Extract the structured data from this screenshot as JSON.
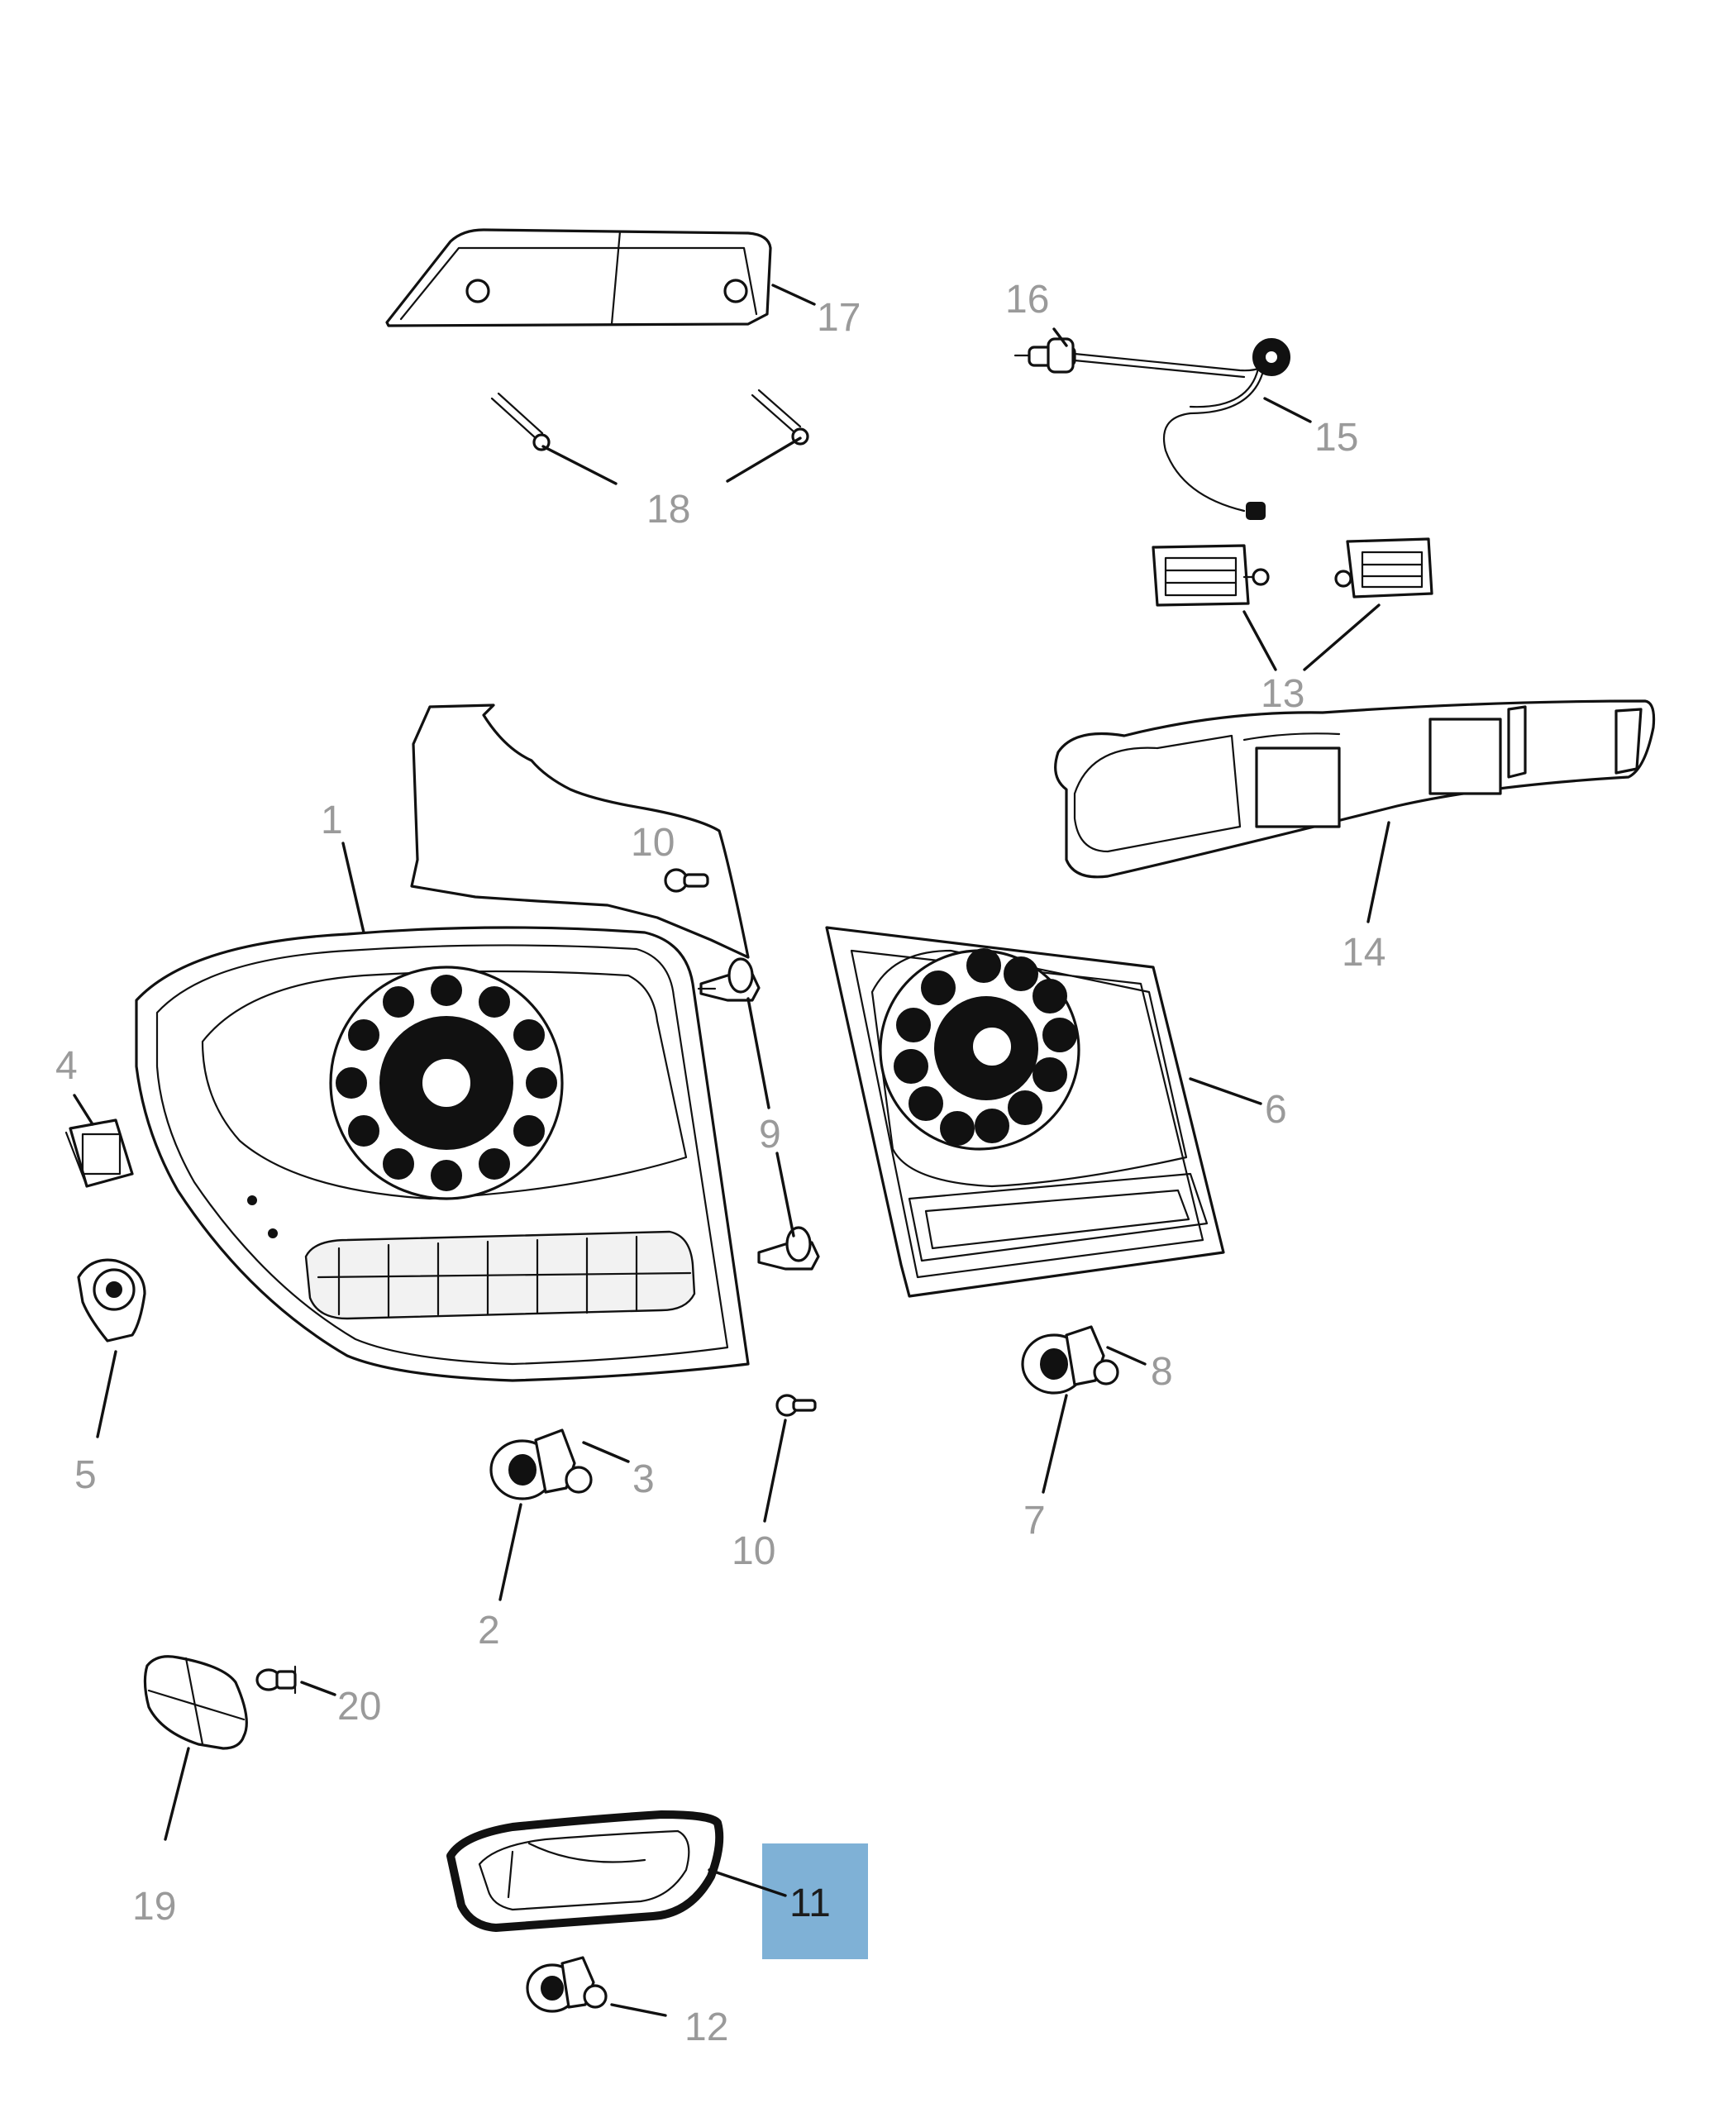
{
  "highlight": {
    "color": "#7fb1d6",
    "part": "11"
  },
  "callouts": [
    {
      "id": "1",
      "label": "1"
    },
    {
      "id": "2",
      "label": "2"
    },
    {
      "id": "3",
      "label": "3"
    },
    {
      "id": "4",
      "label": "4"
    },
    {
      "id": "5",
      "label": "5"
    },
    {
      "id": "6",
      "label": "6"
    },
    {
      "id": "7",
      "label": "7"
    },
    {
      "id": "8",
      "label": "8"
    },
    {
      "id": "9",
      "label": "9"
    },
    {
      "id": "10a",
      "label": "10"
    },
    {
      "id": "10b",
      "label": "10"
    },
    {
      "id": "11",
      "label": "11"
    },
    {
      "id": "12",
      "label": "12"
    },
    {
      "id": "13",
      "label": "13"
    },
    {
      "id": "14",
      "label": "14"
    },
    {
      "id": "15",
      "label": "15"
    },
    {
      "id": "16",
      "label": "16"
    },
    {
      "id": "17",
      "label": "17"
    },
    {
      "id": "18",
      "label": "18"
    },
    {
      "id": "19",
      "label": "19"
    },
    {
      "id": "20",
      "label": "20"
    }
  ]
}
